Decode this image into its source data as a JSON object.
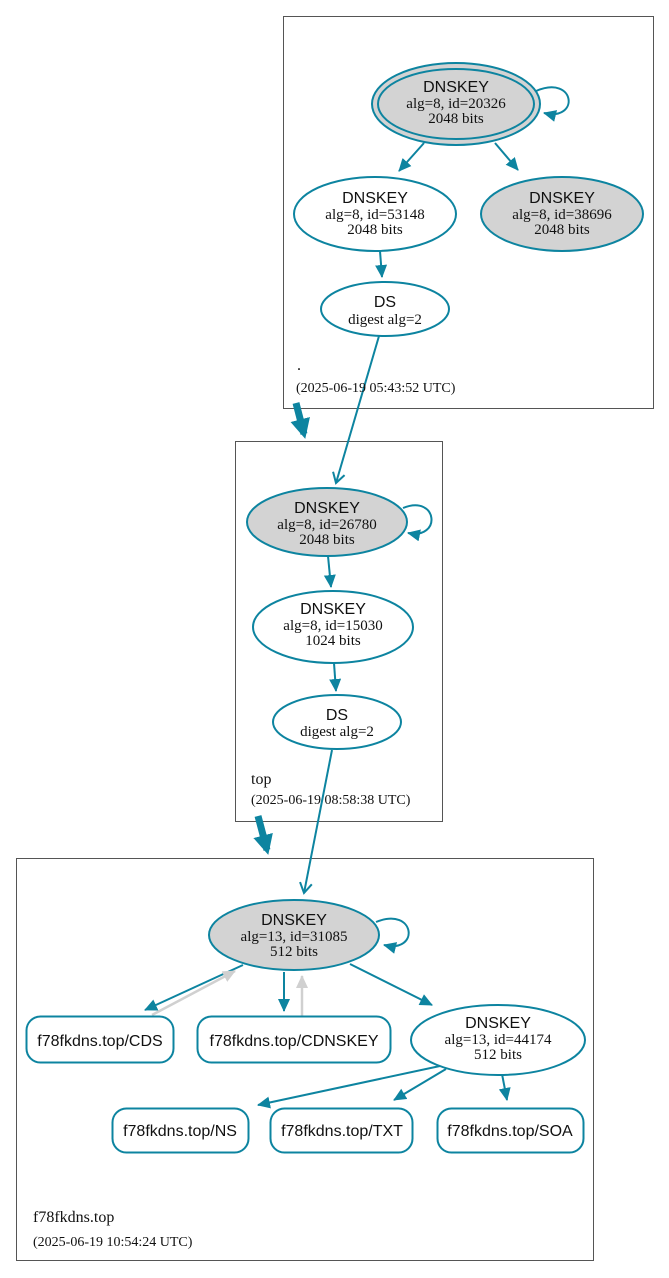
{
  "diagram_type": "dnssec-authentication-chain",
  "colors": {
    "edge_teal": "#0d84a0",
    "node_fill_gray": "#d3d3d3",
    "node_fill_white": "#ffffff",
    "gray_edge": "#d0d0d0",
    "zone_box_border": "#555555",
    "text": "#111111"
  },
  "zones": {
    "root": {
      "name": ".",
      "timestamp": "(2025-06-19 05:43:52 UTC)",
      "ksk": {
        "type": "DNSKEY",
        "alg": "alg=8, id=20326",
        "bits": "2048 bits"
      },
      "zsk": {
        "type": "DNSKEY",
        "alg": "alg=8, id=53148",
        "bits": "2048 bits"
      },
      "key2": {
        "type": "DNSKEY",
        "alg": "alg=8, id=38696",
        "bits": "2048 bits"
      },
      "ds": {
        "type": "DS",
        "digest": "digest alg=2"
      }
    },
    "top": {
      "name": "top",
      "timestamp": "(2025-06-19 08:58:38 UTC)",
      "ksk": {
        "type": "DNSKEY",
        "alg": "alg=8, id=26780",
        "bits": "2048 bits"
      },
      "zsk": {
        "type": "DNSKEY",
        "alg": "alg=8, id=15030",
        "bits": "1024 bits"
      },
      "ds": {
        "type": "DS",
        "digest": "digest alg=2"
      }
    },
    "f78fkdns": {
      "name": "f78fkdns.top",
      "timestamp": "(2025-06-19 10:54:24 UTC)",
      "ksk": {
        "type": "DNSKEY",
        "alg": "alg=13, id=31085",
        "bits": "512 bits"
      },
      "zsk": {
        "type": "DNSKEY",
        "alg": "alg=13, id=44174",
        "bits": "512 bits"
      },
      "rrsets": {
        "cds": "f78fkdns.top/CDS",
        "cdnskey": "f78fkdns.top/CDNSKEY",
        "ns": "f78fkdns.top/NS",
        "txt": "f78fkdns.top/TXT",
        "soa": "f78fkdns.top/SOA"
      }
    }
  }
}
